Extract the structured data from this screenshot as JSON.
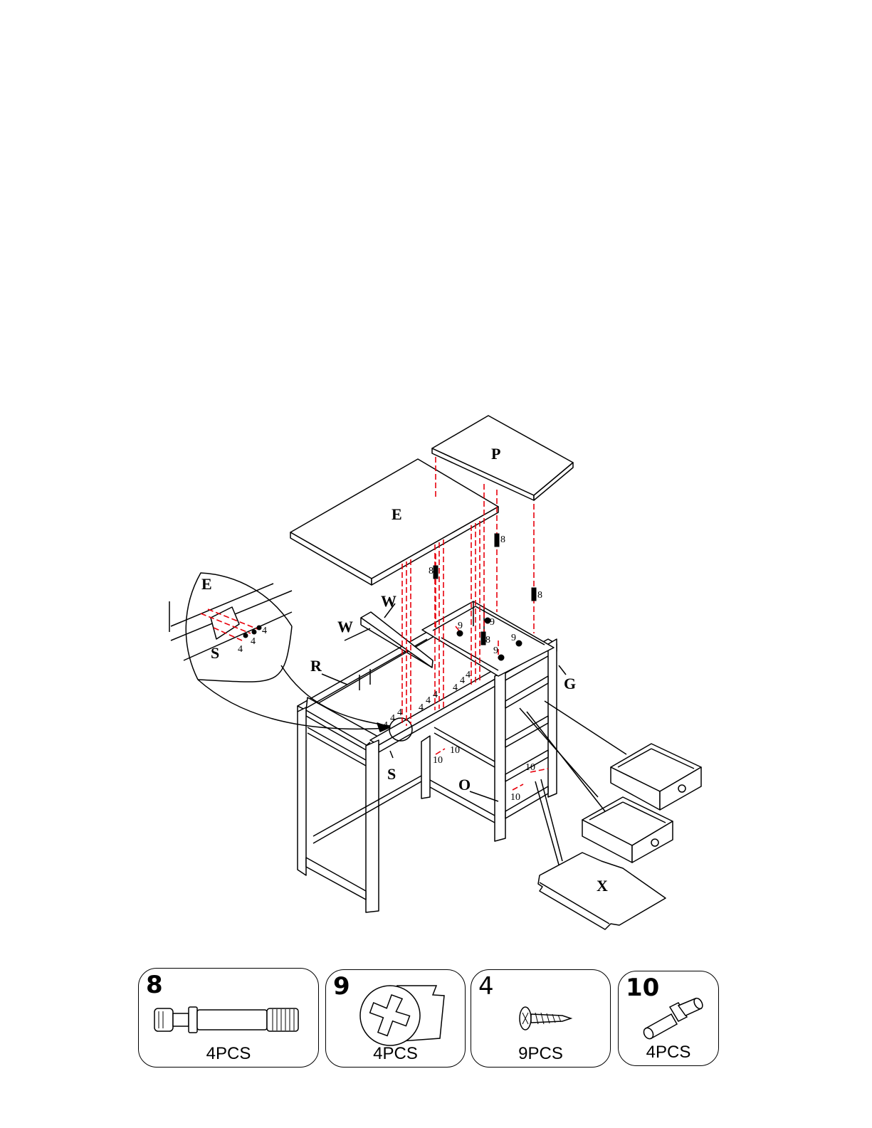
{
  "diagram": {
    "parts": {
      "E": "E",
      "E_detail": "E",
      "P": "P",
      "W1": "W",
      "W2": "W",
      "R": "R",
      "G": "G",
      "S1": "S",
      "S2": "S",
      "O": "O",
      "X": "X"
    },
    "screw_refs": {
      "n8a": "8",
      "n8b": "8",
      "n8c": "8",
      "n8d": "8",
      "n9a": "9",
      "n9b": "9",
      "n9c": "9",
      "n9d": "9",
      "n4a": "4",
      "n4b": "4",
      "n4c": "4",
      "n4d": "4",
      "n4e": "4",
      "n4f": "4",
      "n4g": "4",
      "n4h": "4",
      "n4i": "4",
      "n4j": "4",
      "n4k": "4",
      "n4l": "4",
      "n10a": "10",
      "n10b": "10",
      "n10c": "10",
      "n10d": "10"
    },
    "accent_color": "#e8000b"
  },
  "hardware": [
    {
      "number": "8",
      "qty": "4PCS",
      "icon": "cam-bolt-icon"
    },
    {
      "number": "9",
      "qty": "4PCS",
      "icon": "cam-lock-icon"
    },
    {
      "number": "4",
      "qty": "9PCS",
      "icon": "wood-screw-icon"
    },
    {
      "number": "10",
      "qty": "4PCS",
      "icon": "dowel-pin-icon"
    }
  ]
}
